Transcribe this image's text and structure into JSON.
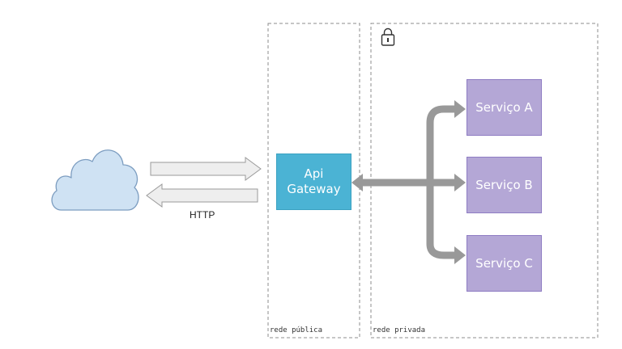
{
  "zones": {
    "public": {
      "label": "rede pública"
    },
    "private": {
      "label": "rede privada"
    }
  },
  "gateway": {
    "line1": "Api",
    "line2": "Gateway"
  },
  "protocol_label": "HTTP",
  "services": [
    {
      "label": "Serviço A"
    },
    {
      "label": "Serviço B"
    },
    {
      "label": "Serviço C"
    }
  ],
  "icons": {
    "client": "cloud-icon",
    "private_zone": "lock-icon"
  },
  "colors": {
    "gateway": "#4bb3d4",
    "service": "#b4a7d6",
    "cloud": "#cfe2f3",
    "connector": "#999999",
    "http_arrow": "#eeeeee"
  }
}
